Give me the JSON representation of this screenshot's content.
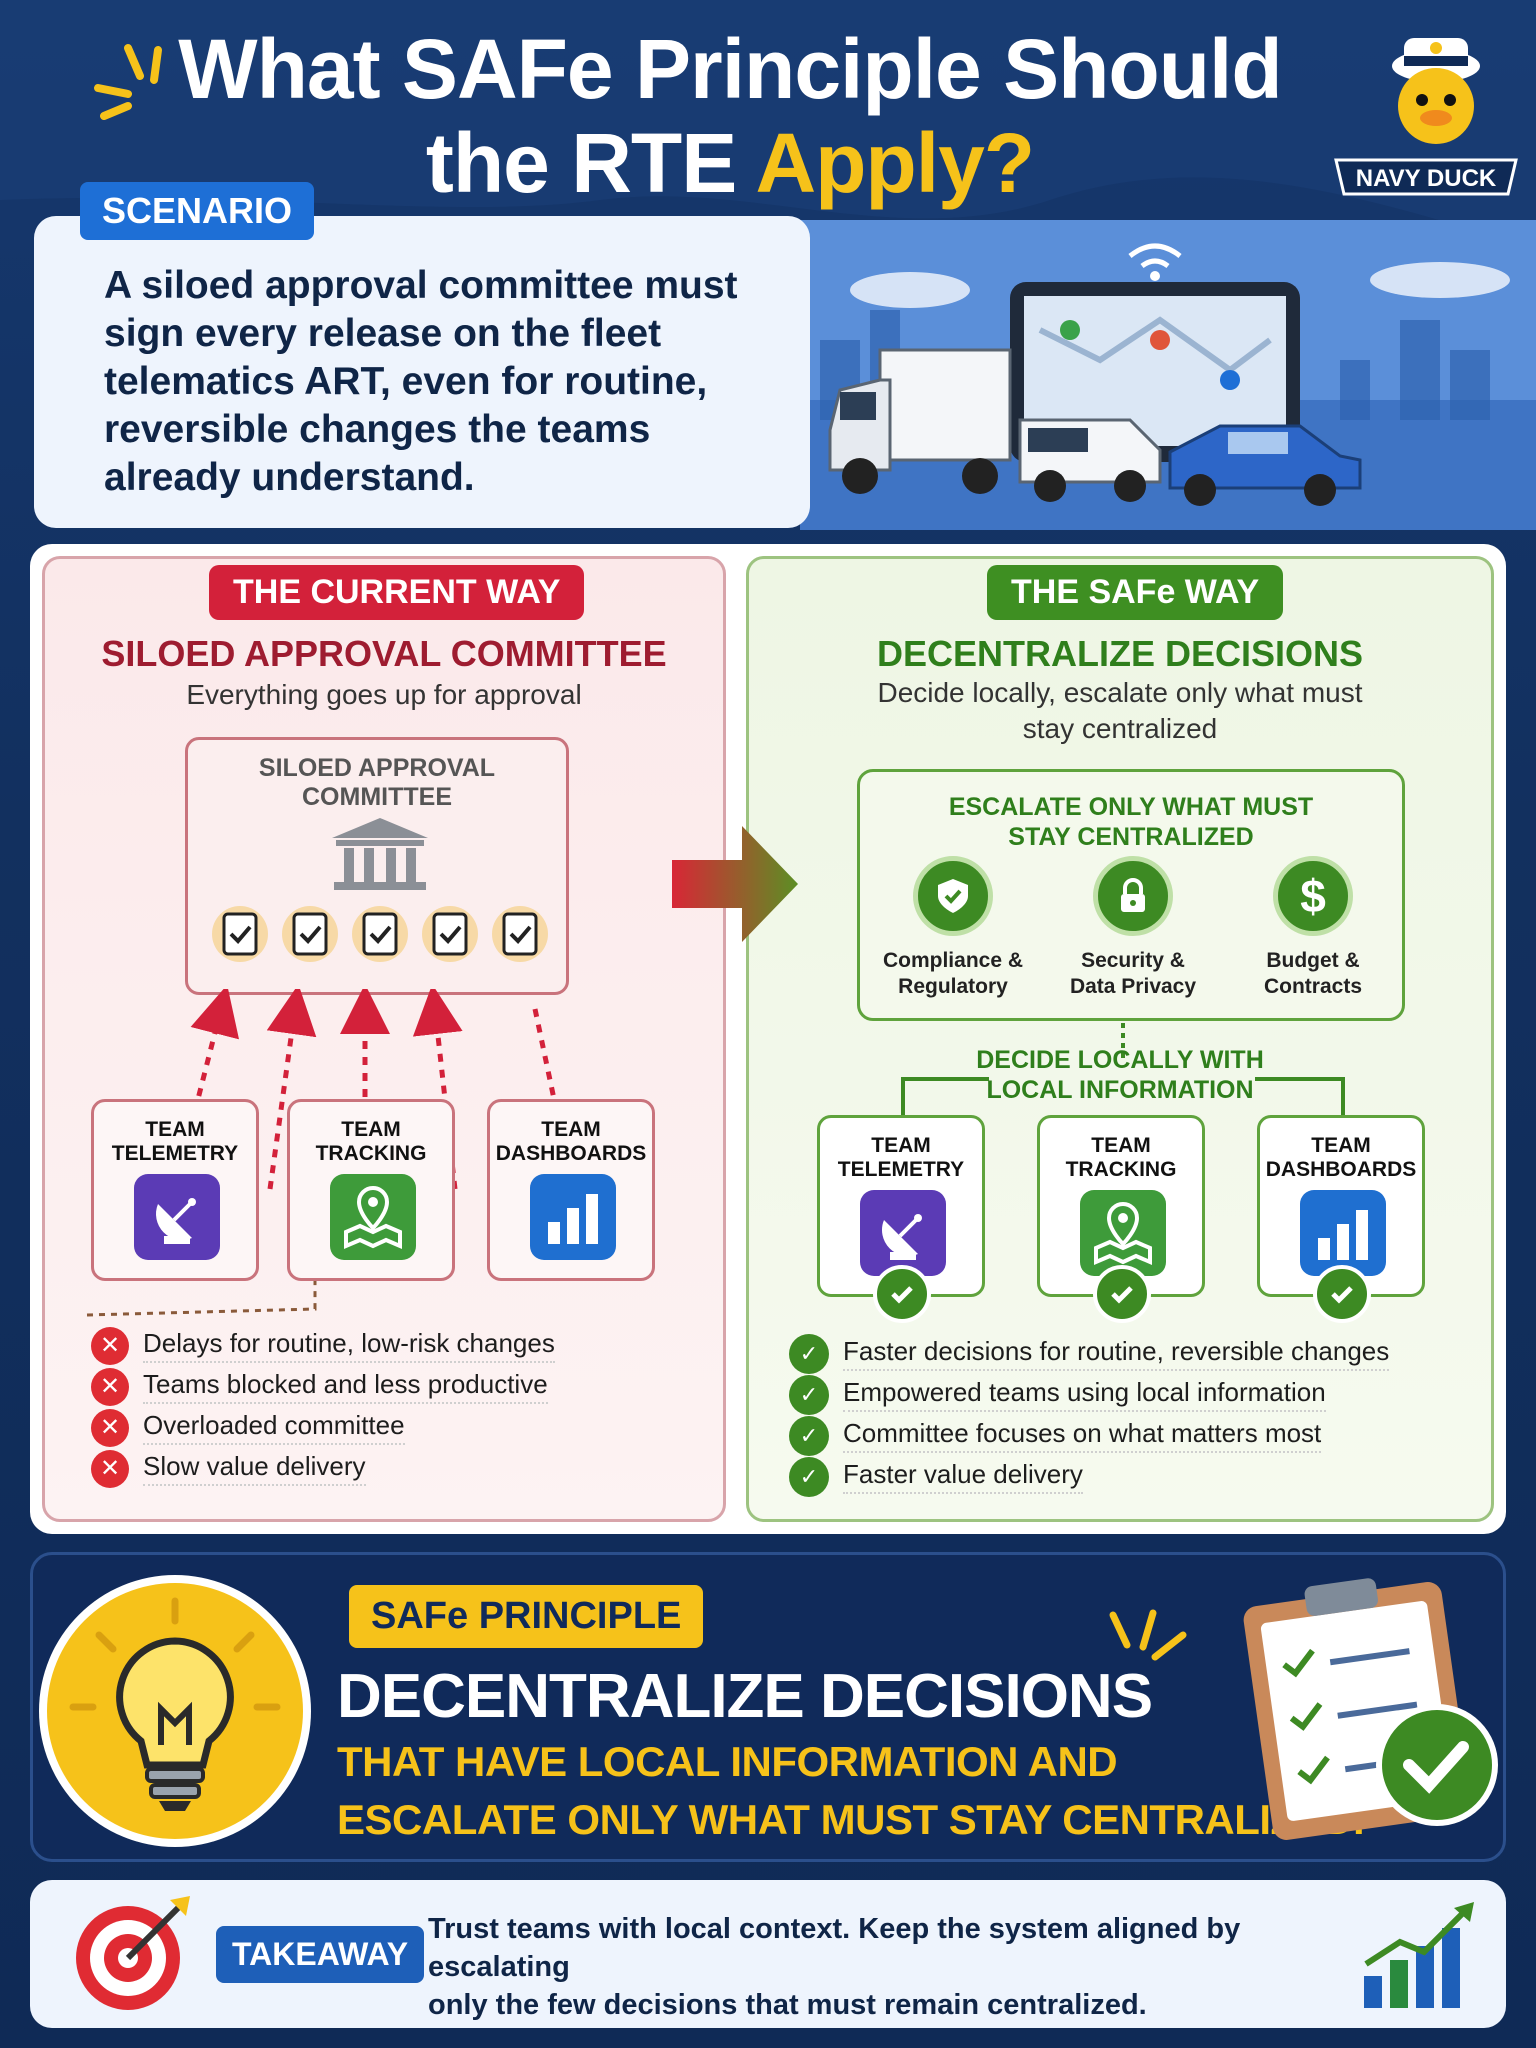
{
  "title": {
    "line1": "What SAFe Principle Should",
    "line2_prefix": "the RTE ",
    "line2_accent": "Apply?"
  },
  "mascot": {
    "label": "NAVY DUCK"
  },
  "scenario": {
    "tag": "SCENARIO",
    "text": "A siloed approval committee must sign every release on the fleet telematics ART, even for routine, reversible changes the teams already understand."
  },
  "current": {
    "tag": "THE CURRENT WAY",
    "heading": "SILOED APPROVAL COMMITTEE",
    "subheading": "Everything goes up for approval",
    "committee_line1": "SILOED APPROVAL",
    "committee_line2": "COMMITTEE",
    "teams": [
      {
        "line1": "TEAM",
        "line2": "TELEMETRY"
      },
      {
        "line1": "TEAM",
        "line2": "TRACKING"
      },
      {
        "line1": "TEAM",
        "line2": "DASHBOARDS"
      }
    ],
    "problems": [
      "Delays for routine, low-risk changes",
      "Teams blocked and less productive",
      "Overloaded committee",
      "Slow value delivery"
    ]
  },
  "safe": {
    "tag": "THE SAFe WAY",
    "heading": "DECENTRALIZE DECISIONS",
    "subheading_line1": "Decide locally, escalate only what must",
    "subheading_line2": "stay centralized",
    "escalate_line1": "ESCALATE ONLY WHAT MUST",
    "escalate_line2": "STAY CENTRALIZED",
    "escalations": [
      {
        "line1": "Compliance &",
        "line2": "Regulatory",
        "icon": "shield-check-icon"
      },
      {
        "line1": "Security &",
        "line2": "Data Privacy",
        "icon": "lock-icon"
      },
      {
        "line1": "Budget &",
        "line2": "Contracts",
        "icon": "dollar-icon"
      }
    ],
    "local_line1": "DECIDE LOCALLY WITH",
    "local_line2": "LOCAL INFORMATION",
    "teams": [
      {
        "line1": "TEAM",
        "line2": "TELEMETRY"
      },
      {
        "line1": "TEAM",
        "line2": "TRACKING"
      },
      {
        "line1": "TEAM",
        "line2": "DASHBOARDS"
      }
    ],
    "benefits": [
      "Faster decisions for routine, reversible changes",
      "Empowered teams using local information",
      "Committee focuses on what matters most",
      "Faster value delivery"
    ]
  },
  "principle": {
    "tag": "SAFe PRINCIPLE",
    "heading": "DECENTRALIZE DECISIONS",
    "sub_line1": "THAT HAVE LOCAL INFORMATION AND",
    "sub_line2": "ESCALATE ONLY WHAT MUST STAY CENTRALIZED."
  },
  "takeaway": {
    "tag": "TAKEAWAY",
    "line1": "Trust teams with local context. Keep the system aligned by escalating",
    "line2": "only the few decisions that must remain centralized."
  },
  "colors": {
    "navy": "#12305f",
    "yellow": "#f6c21a",
    "red": "#d3213a",
    "green": "#3e8f22",
    "blue": "#1e6fd6",
    "purple": "#5b3bb5",
    "tracking_green": "#3e9b3a",
    "dash_blue": "#1f6fd0"
  }
}
